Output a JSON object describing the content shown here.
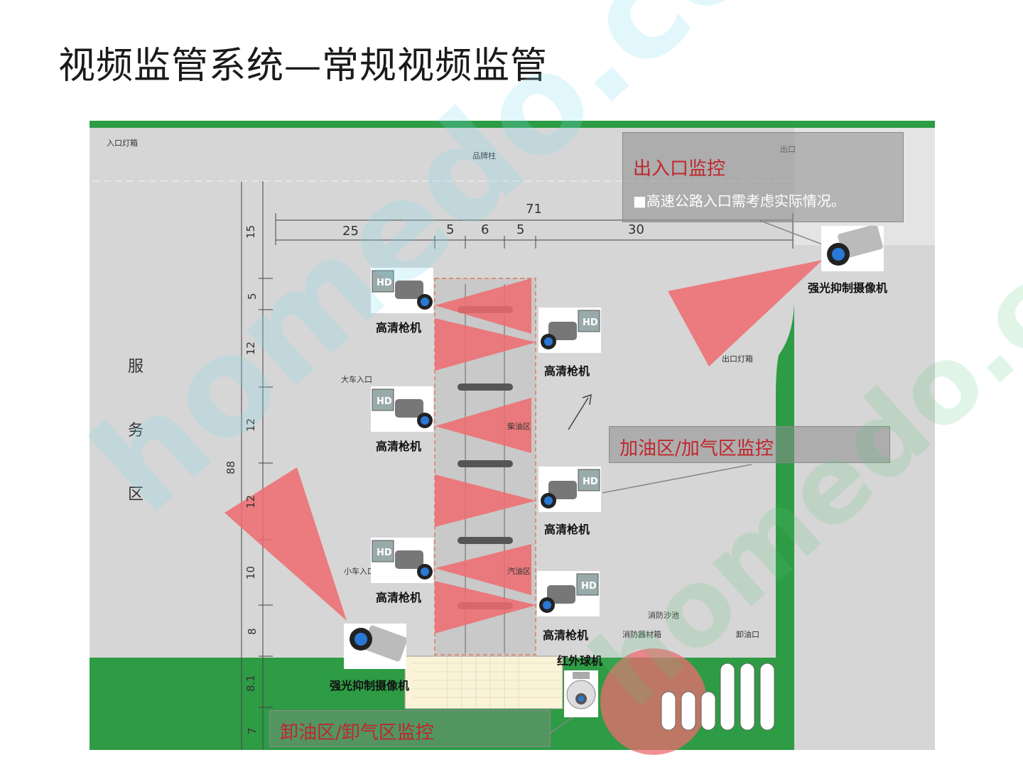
{
  "title": "视频监管系统—常规视频监管",
  "colors": {
    "green": "#2e9b45",
    "red_zone": "#ee6b6f",
    "callout_bg": "#8c8c8c",
    "callout_text": "#c0262d"
  },
  "plan_labels": {
    "entrance_lightbox": "入口灯箱",
    "brand_pillar": "品牌柱",
    "exit": "出口",
    "exit_lightbox": "出口灯箱",
    "big_car_entrance": "大车入口",
    "small_car_entrance": "小车入口",
    "diesel_zone": "柴油区",
    "gasoline_zone": "汽油区",
    "fire_sand": "消防沙池",
    "fire_equipment": "消防器材箱",
    "unload_port": "卸油口",
    "service_area": [
      "服",
      "务",
      "区"
    ]
  },
  "dimensions": {
    "top_total": "71",
    "top_segments": [
      "25",
      "5",
      "6",
      "5",
      "30"
    ],
    "left_total": "88",
    "left_segments": [
      "15",
      "5",
      "12",
      "12",
      "12",
      "10",
      "8",
      "8.1",
      "7"
    ]
  },
  "cameras": [
    {
      "label": "高清枪机",
      "icon": "hd-bullet-camera-icon"
    },
    {
      "label": "高清枪机",
      "icon": "hd-bullet-camera-icon"
    },
    {
      "label": "高清枪机",
      "icon": "hd-bullet-camera-icon"
    },
    {
      "label": "高清枪机",
      "icon": "hd-bullet-camera-icon"
    },
    {
      "label": "高清枪机",
      "icon": "hd-bullet-camera-icon"
    },
    {
      "label": "高清枪机",
      "icon": "hd-bullet-camera-icon"
    },
    {
      "label": "强光抑制摄像机",
      "icon": "box-camera-icon"
    },
    {
      "label": "强光抑制摄像机",
      "icon": "box-camera-icon"
    },
    {
      "label": "红外球机",
      "icon": "dome-camera-icon"
    }
  ],
  "callouts": {
    "entrance": {
      "title": "出入口监控",
      "note": "■高速公路入口需考虑实际情况。"
    },
    "fuel": {
      "title": "加油区/加气区监控"
    },
    "unload": {
      "title": "卸油区/卸气区监控"
    }
  },
  "watermark": "homedo.com"
}
